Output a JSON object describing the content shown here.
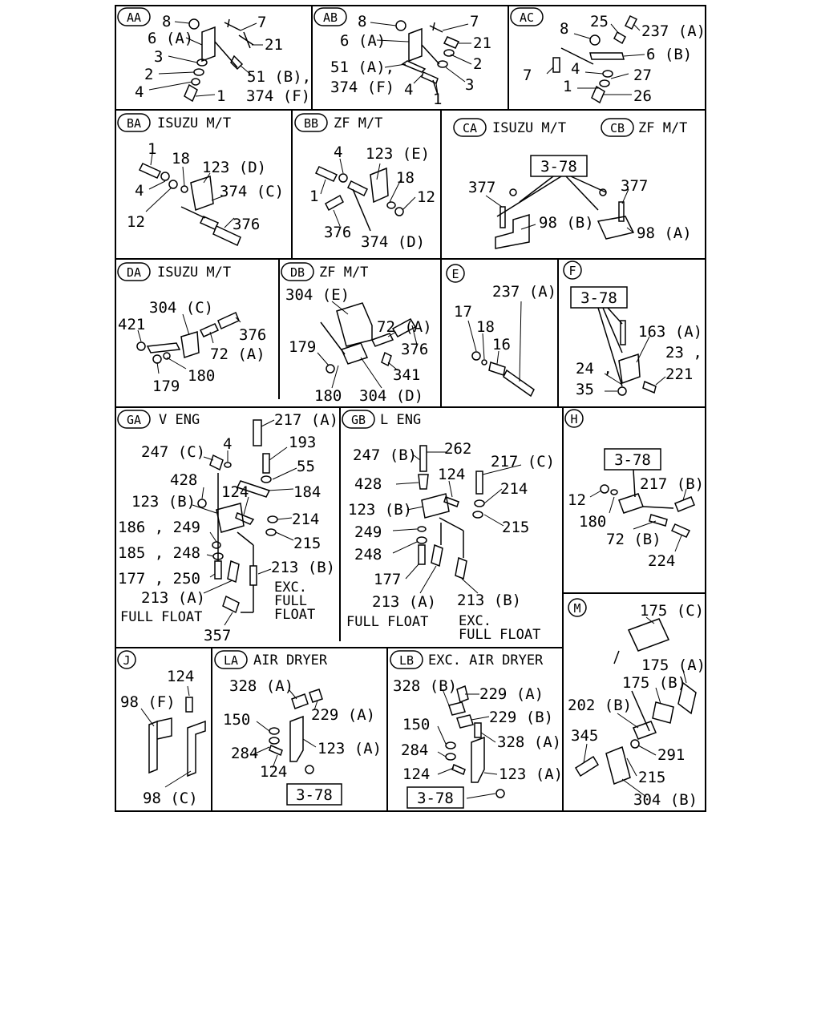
{
  "panels": {
    "AA": {
      "tag": "AA",
      "heading": "",
      "labels": [
        "8",
        "6 (A)",
        "3",
        "2",
        "4",
        "7",
        "21",
        "51 (B),",
        "374 (F)",
        "1"
      ]
    },
    "AB": {
      "tag": "AB",
      "heading": "",
      "labels": [
        "8",
        "6 (A)",
        "51 (A),",
        "374 (F)",
        "7",
        "21",
        "2",
        "3",
        "4",
        "1"
      ]
    },
    "AC": {
      "tag": "AC",
      "heading": "",
      "labels": [
        "8",
        "25",
        "237 (A)",
        "6 (B)",
        "7",
        "4",
        "27",
        "1",
        "26"
      ]
    },
    "BA": {
      "tag": "BA",
      "heading": "ISUZU M/T",
      "labels": [
        "1",
        "18",
        "123 (D)",
        "4",
        "374 (C)",
        "12",
        "376"
      ]
    },
    "BB": {
      "tag": "BB",
      "heading": "ZF M/T",
      "labels": [
        "4",
        "123 (E)",
        "18",
        "1",
        "12",
        "376",
        "374 (D)"
      ]
    },
    "CA": {
      "tag": "CA",
      "heading": "ISUZU M/T",
      "tag2": "CB",
      "heading2": "ZF M/T",
      "ref": "3-78",
      "labels": [
        "377",
        "377",
        "98 (B)",
        "98 (A)"
      ]
    },
    "DA": {
      "tag": "DA",
      "heading": "ISUZU M/T",
      "labels": [
        "304 (C)",
        "421",
        "376",
        "72 (A)",
        "180",
        "179"
      ]
    },
    "DB": {
      "tag": "DB",
      "heading": "ZF M/T",
      "labels": [
        "304 (E)",
        "72 (A)",
        "179",
        "376",
        "341",
        "180",
        "304 (D)"
      ]
    },
    "E": {
      "tag": "E",
      "heading": "",
      "labels": [
        "237 (A)",
        "17",
        "18",
        "16"
      ]
    },
    "F": {
      "tag": "F",
      "heading": "",
      "ref": "3-78",
      "labels": [
        "163 (A)",
        "23 ,",
        "24 ,",
        "221",
        "35"
      ]
    },
    "GA": {
      "tag": "GA",
      "heading": "V ENG",
      "labels": [
        "217 (A)",
        "247 (C)",
        "4",
        "193",
        "55",
        "428",
        "184",
        "123 (B)",
        "124",
        "214",
        "186 , 249",
        "215",
        "185 , 248",
        "213 (B)",
        "177 , 250",
        "EXC.",
        "213 (A)",
        "FULL",
        "FULL FLOAT",
        "FLOAT",
        "357"
      ]
    },
    "GB": {
      "tag": "GB",
      "heading": "L ENG",
      "labels": [
        "247 (B)",
        "262",
        "217 (C)",
        "124",
        "428",
        "214",
        "123 (B)",
        "215",
        "249",
        "248",
        "177",
        "213 (A)",
        "213 (B)",
        "FULL FLOAT",
        "EXC.",
        "FULL FLOAT"
      ]
    },
    "H": {
      "tag": "H",
      "heading": "",
      "ref": "3-78",
      "labels": [
        "217 (B)",
        "12",
        "180",
        "72 (B)",
        "224"
      ]
    },
    "J": {
      "tag": "J",
      "heading": "",
      "labels": [
        "124",
        "98 (F)",
        "98 (C)"
      ]
    },
    "LA": {
      "tag": "LA",
      "heading": "AIR DRYER",
      "ref": "3-78",
      "labels": [
        "328 (A)",
        "229 (A)",
        "150",
        "123 (A)",
        "284",
        "124"
      ]
    },
    "LB": {
      "tag": "LB",
      "heading": "EXC. AIR DRYER",
      "ref": "3-78",
      "labels": [
        "328 (B)",
        "229 (A)",
        "229 (B)",
        "150",
        "328 (A)",
        "284",
        "124",
        "123 (A)"
      ]
    },
    "M": {
      "tag": "M",
      "heading": "",
      "labels": [
        "175 (C)",
        "175 (A)",
        "175 (B)",
        "202 (B)",
        "345",
        "291",
        "215",
        "304 (B)"
      ]
    }
  }
}
